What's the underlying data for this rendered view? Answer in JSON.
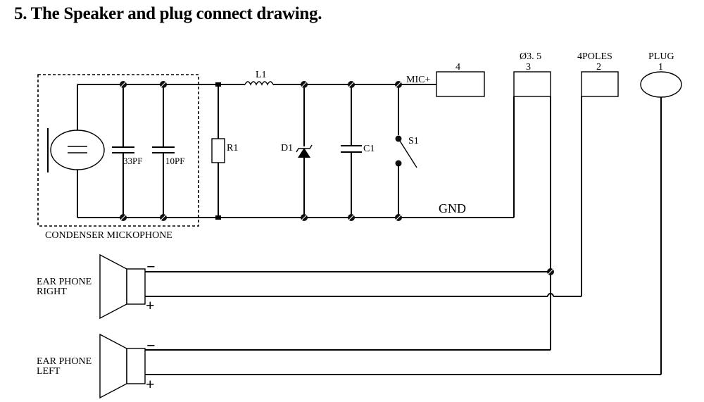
{
  "heading": "5. The Speaker and plug connect drawing.",
  "mic_block": {
    "label": "CONDENSER MICKOPHONE",
    "cap1": "33PF",
    "cap2": "10PF"
  },
  "components": {
    "inductor": "L1",
    "resistor": "R1",
    "diode": "D1",
    "capacitor": "C1",
    "switch": "S1"
  },
  "nets": {
    "mic_plus": "MIC+",
    "ground": "GND"
  },
  "plug": {
    "pin4": "4",
    "pin3_head": "Ø3. 5",
    "pin3": "3",
    "pin2_head": "4POLES",
    "pin2": "2",
    "pin1_head": "PLUG",
    "pin1": "1"
  },
  "speakers": [
    {
      "line1": "EAR PHONE",
      "line2": "RIGHT",
      "minus": "−",
      "plus": "+"
    },
    {
      "line1": "EAR PHONE",
      "line2": "LEFT",
      "minus": "−",
      "plus": "+"
    }
  ]
}
